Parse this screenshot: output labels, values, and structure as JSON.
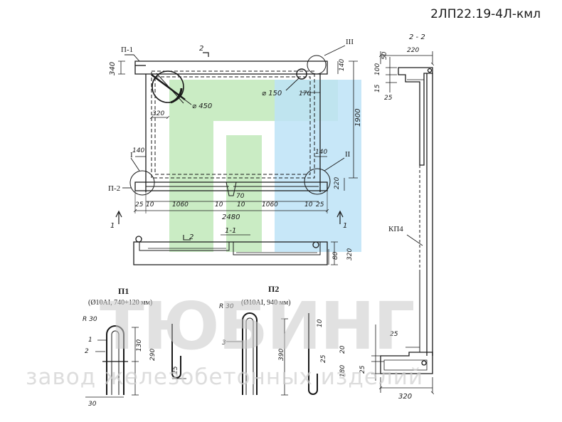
{
  "document": {
    "title": "2ЛП22.19-4Л-кмл"
  },
  "watermark": {
    "brand": "ТЮБИНГ",
    "tagline": "завод железобетонных изделий"
  },
  "plan": {
    "marker_p1": "П-1",
    "marker_p2": "П-2",
    "node_I": "I",
    "node_II": "II",
    "node_III": "III",
    "section_2": "2",
    "section_1": "1",
    "hole_large": "⌀ 450",
    "hole_small": "⌀ 150",
    "dims": {
      "d340": "340",
      "d320": "320",
      "d170": "170",
      "d140a": "140",
      "d140b": "140",
      "d140c": "140",
      "d1900": "1900",
      "d220": "220",
      "d25a": "25",
      "d10a": "10",
      "d1060a": "1060",
      "d10b": "10",
      "d70": "70",
      "d10c": "10",
      "d1060b": "1060",
      "d10d": "10",
      "d25b": "25",
      "d2480": "2480"
    }
  },
  "section_1_1": {
    "label": "1-1",
    "d80": "80",
    "d320": "320"
  },
  "section_2_2": {
    "label": "2 - 2",
    "d220": "220",
    "d50": "50",
    "d100": "100",
    "d15": "15",
    "d25a": "25",
    "kp4": "КП4",
    "d25b": "25",
    "d20": "20",
    "d180": "180",
    "d25c": "25",
    "d320": "320"
  },
  "loop_p1": {
    "title": "П1",
    "spec": "(Ø10АI, 740+120 мм)",
    "r30": "R 30",
    "pos1": "1",
    "pos2": "2",
    "d130": "130",
    "d290": "290",
    "d25": "25",
    "d30": "30"
  },
  "loop_p2": {
    "title": "П2",
    "spec": "(Ø10АI, 940 мм)",
    "r30": "R 30",
    "pos3": "3",
    "d390": "390",
    "d25": "25",
    "d10": "10"
  },
  "colors": {
    "line": "#1a1a1a",
    "wm_green": "#b8e6b0",
    "wm_blue": "#bde3f7",
    "hatch": "#000000"
  }
}
